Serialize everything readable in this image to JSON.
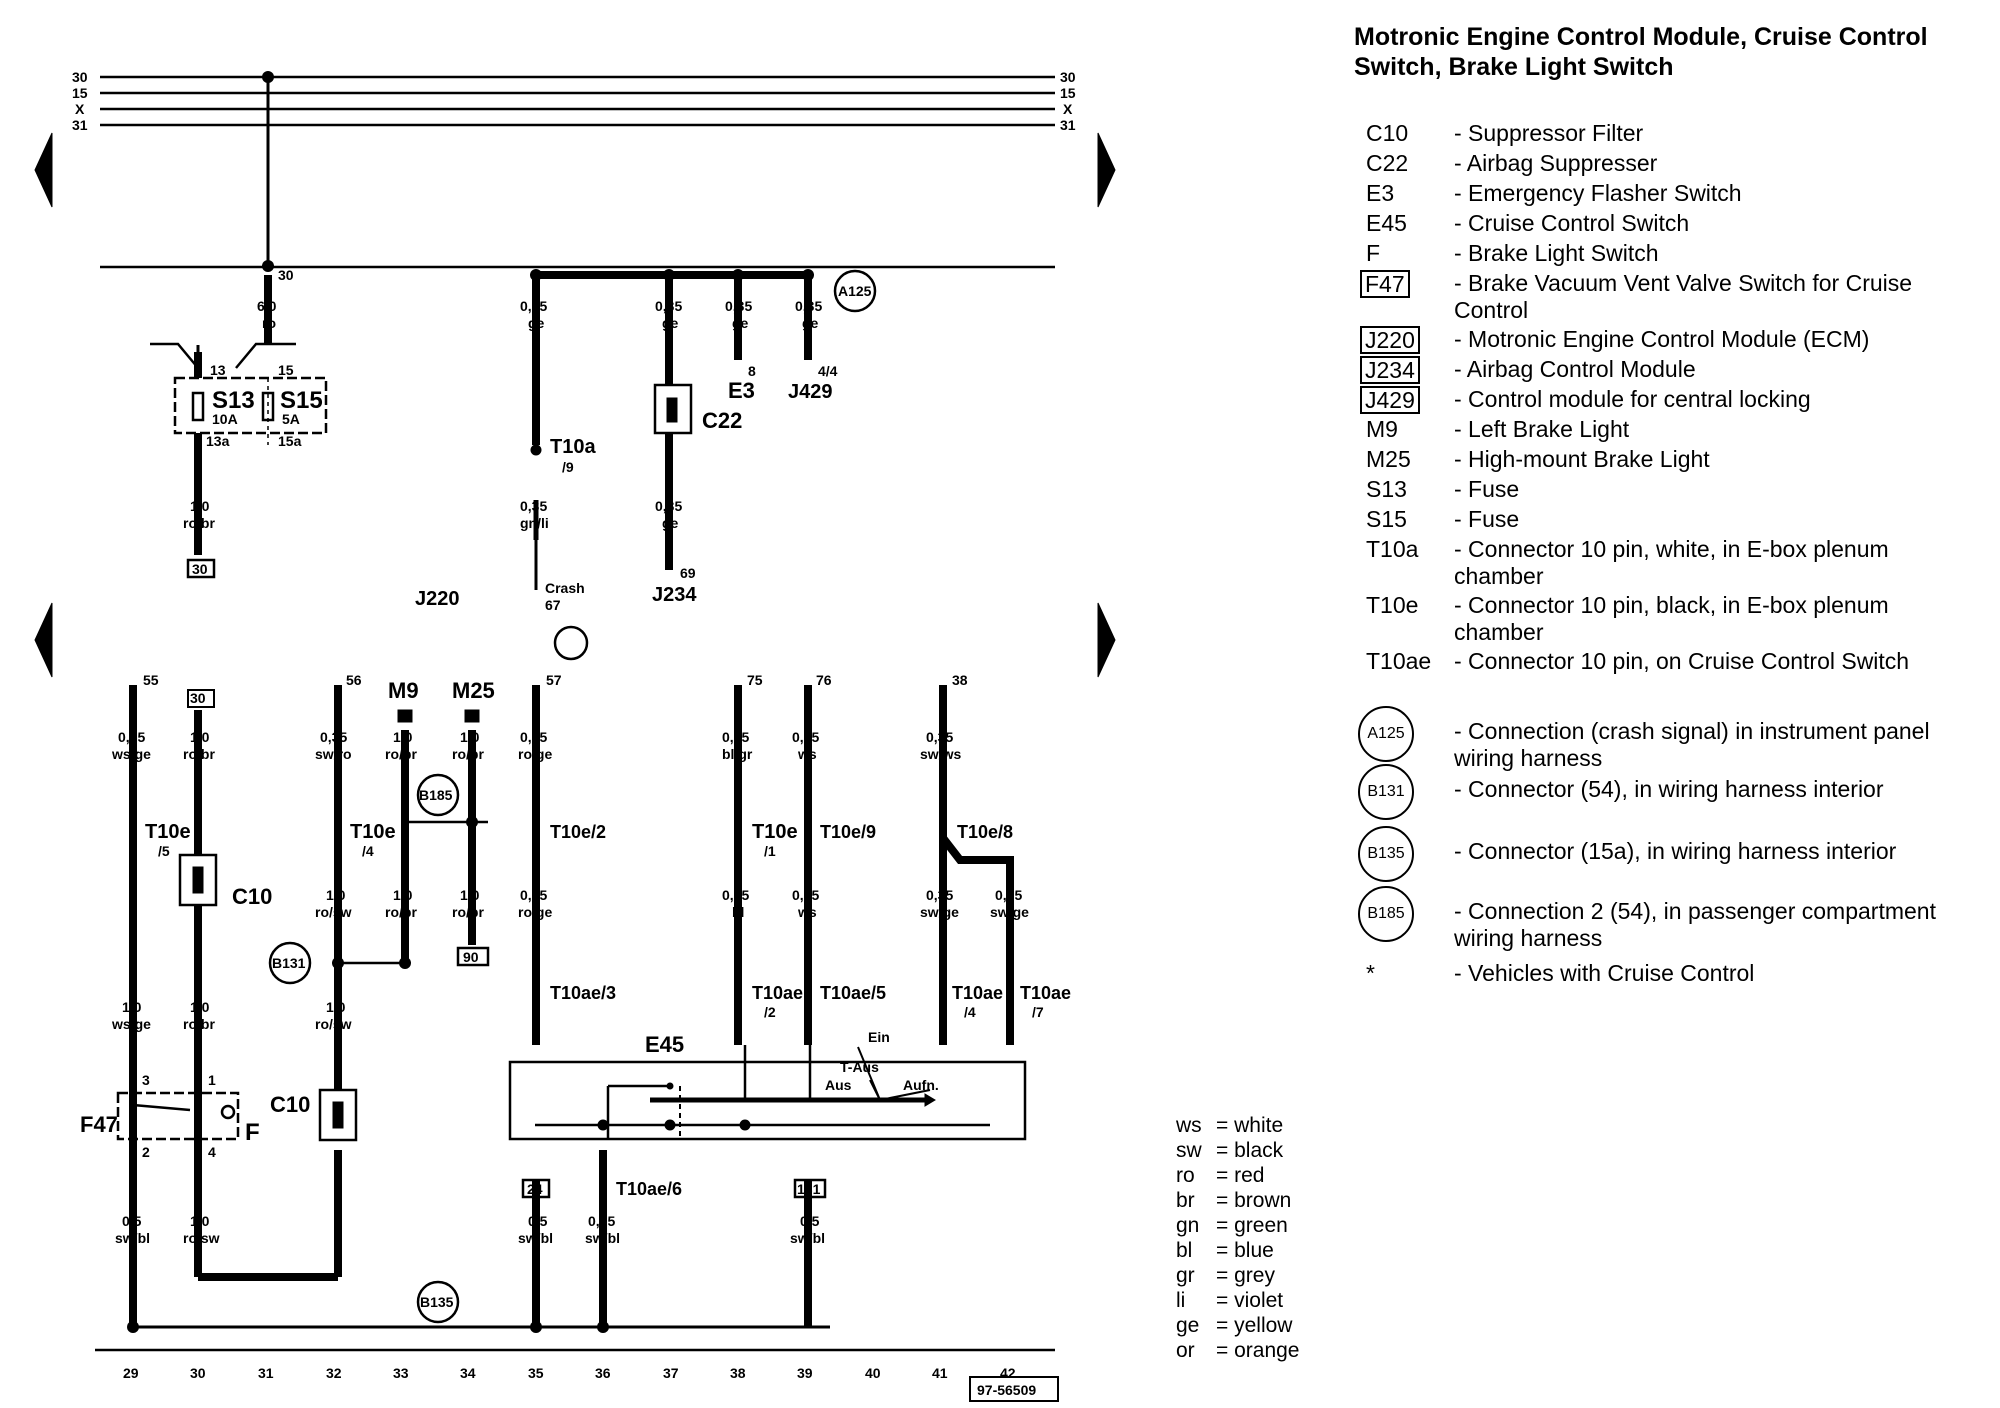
{
  "title": "Motronic Engine Control Module, Cruise Control Switch, Brake Light Switch",
  "diagram_number": "97-56509",
  "supply_lines": [
    "30",
    "15",
    "X",
    "31"
  ],
  "column_numbers": [
    "29",
    "30",
    "31",
    "32",
    "33",
    "34",
    "35",
    "36",
    "37",
    "38",
    "39",
    "40",
    "41",
    "42"
  ],
  "legend": [
    {
      "code": "C10",
      "style": "plain",
      "desc": "- Suppressor Filter"
    },
    {
      "code": "C22",
      "style": "plain",
      "desc": "- Airbag Suppresser"
    },
    {
      "code": "E3",
      "style": "plain",
      "desc": "- Emergency Flasher Switch"
    },
    {
      "code": "E45",
      "style": "plain",
      "desc": "- Cruise Control Switch"
    },
    {
      "code": "F",
      "style": "plain",
      "desc": "- Brake Light Switch"
    },
    {
      "code": "F47",
      "style": "boxed",
      "desc": "- Brake Vacuum Vent Valve Switch for Cruise Control"
    },
    {
      "code": "J220",
      "style": "boxed",
      "desc": "- Motronic Engine Control Module (ECM)"
    },
    {
      "code": "J234",
      "style": "boxed",
      "desc": "- Airbag Control Module"
    },
    {
      "code": "J429",
      "style": "boxed",
      "desc": "- Control module for central locking"
    },
    {
      "code": "M9",
      "style": "plain",
      "desc": "- Left Brake Light"
    },
    {
      "code": "M25",
      "style": "plain",
      "desc": "- High-mount Brake Light"
    },
    {
      "code": "S13",
      "style": "plain",
      "desc": "- Fuse"
    },
    {
      "code": "S15",
      "style": "plain",
      "desc": "- Fuse"
    },
    {
      "code": "T10a",
      "style": "plain",
      "desc": "- Connector 10 pin, white, in E-box plenum chamber"
    },
    {
      "code": "T10e",
      "style": "plain",
      "desc": "- Connector 10 pin, black, in E-box plenum chamber"
    },
    {
      "code": "T10ae",
      "style": "plain",
      "desc": "- Connector 10 pin, on Cruise Control Switch"
    },
    {
      "code": "A125",
      "style": "circle",
      "desc": "- Connection (crash signal) in instrument panel wiring harness"
    },
    {
      "code": "B131",
      "style": "circle",
      "desc": "- Connector (54), in wiring harness interior"
    },
    {
      "code": "B135",
      "style": "circle",
      "desc": "- Connector (15a), in wiring harness interior"
    },
    {
      "code": "B185",
      "style": "circle",
      "desc": "- Connection 2 (54), in passenger compartment wiring harness"
    },
    {
      "code": "*",
      "style": "plain",
      "desc": "- Vehicles with Cruise Control"
    }
  ],
  "wire_colors": [
    {
      "abbr": "ws",
      "name": "= white"
    },
    {
      "abbr": "sw",
      "name": "= black"
    },
    {
      "abbr": "ro",
      "name": "= red"
    },
    {
      "abbr": "br",
      "name": "= brown"
    },
    {
      "abbr": "gn",
      "name": "= green"
    },
    {
      "abbr": "bl",
      "name": "= blue"
    },
    {
      "abbr": "gr",
      "name": "= grey"
    },
    {
      "abbr": "li",
      "name": "= violet"
    },
    {
      "abbr": "ge",
      "name": "= yellow"
    },
    {
      "abbr": "or",
      "name": "= orange"
    }
  ],
  "labels": {
    "l30": "30",
    "l60": "6,0",
    "lro": "ro",
    "l13": "13",
    "l15": "15",
    "S13": "S13",
    "S13a": "10A",
    "S15": "S15",
    "S15a": "5A",
    "l13a": "13a",
    "l15a": "15a",
    "l10a": "1,0",
    "lrobr_a": "ro/br",
    "box30a": "30",
    "a035": "0,35",
    "age": "ge",
    "T10a": "T10a",
    "T10a9": "/9",
    "b035": "0,35",
    "bgnli": "gn/li",
    "crash": "Crash",
    "crash67": "67",
    "c035": "0,35",
    "cge": "ge",
    "C22": "C22",
    "c035b": "0,35",
    "cgeb": "ge",
    "J234": "J234",
    "j69": "69",
    "d035": "0,35",
    "dge": "ge",
    "E3": "E3",
    "d8": "8",
    "e035": "0,35",
    "ege": "ge",
    "e44": "4/4",
    "J429": "J429",
    "A125": "A125",
    "J220": "J220",
    "p55": "55",
    "w1a": "0,35",
    "w1b": "ws/ge",
    "T10e5": "T10e",
    "T10e5b": "/5",
    "w1c": "1,0",
    "w1d": "ws/ge",
    "p3": "3",
    "p2": "2",
    "w1e": "0,5",
    "w1f": "sw/bl",
    "box30b": "30",
    "w2a": "1,0",
    "w2b": "ro/br",
    "C10a": "C10",
    "w2c": "1,0",
    "w2d": "ro/br",
    "p1": "1",
    "p4": "4",
    "w2e": "1,0",
    "w2f": "ro/sw",
    "F47": "F47",
    "F": "F",
    "p56": "56",
    "w4a": "0,35",
    "w4b": "sw/ro",
    "T10e4": "T10e",
    "T10e4b": "/4",
    "w4c": "1,0",
    "w4d": "ro/sw",
    "w4e": "1,0",
    "w4f": "ro/sw",
    "C10b": "C10",
    "B131": "B131",
    "M9": "M9",
    "w5a": "1,0",
    "w5b": "ro/br",
    "w5c": "1,0",
    "w5d": "ro/br",
    "M25": "M25",
    "w6a": "1,0",
    "w6b": "ro/br",
    "w6c": "1,0",
    "w6d": "ro/br",
    "box90": "90",
    "B185": "B185",
    "p57": "57",
    "w7a": "0,35",
    "w7b": "ro/ge",
    "T10e2": "T10e/2",
    "w7c": "0,35",
    "w7d": "ro/ge",
    "T10ae3": "T10ae/3",
    "p75": "75",
    "w8a": "0,35",
    "w8b": "bl/gr",
    "T10e1": "T10e",
    "T10e1b": "/1",
    "w8c": "0,35",
    "w8d": "bl",
    "T10ae2": "T10ae",
    "T10ae2b": "/2",
    "p76": "76",
    "w9a": "0,35",
    "w9b": "ws",
    "T10e9": "T10e/9",
    "w9c": "0,35",
    "w9d": "ws",
    "T10ae5": "T10ae/5",
    "p38": "38",
    "w10a": "0,35",
    "w10b": "sw/ws",
    "T10e8": "T10e/8",
    "w10c": "0,35",
    "w10d": "sw/ge",
    "w11c": "0,35",
    "w11d": "sw/ge",
    "T10ae4": "T10ae",
    "T10ae4b": "/4",
    "T10ae7": "T10ae",
    "T10ae7b": "/7",
    "E45": "E45",
    "ein": "Ein",
    "taus": "T-Aus",
    "aus": "Aus",
    "aufn": "Aufn.",
    "box24": "24",
    "w12a": "0,5",
    "w12b": "sw/bl",
    "T10ae6": "T10ae/6",
    "w13a": "0,35",
    "w13b": "sw/bl",
    "box181": "181",
    "w14a": "0,5",
    "w14b": "sw/bl",
    "B135": "B135"
  }
}
